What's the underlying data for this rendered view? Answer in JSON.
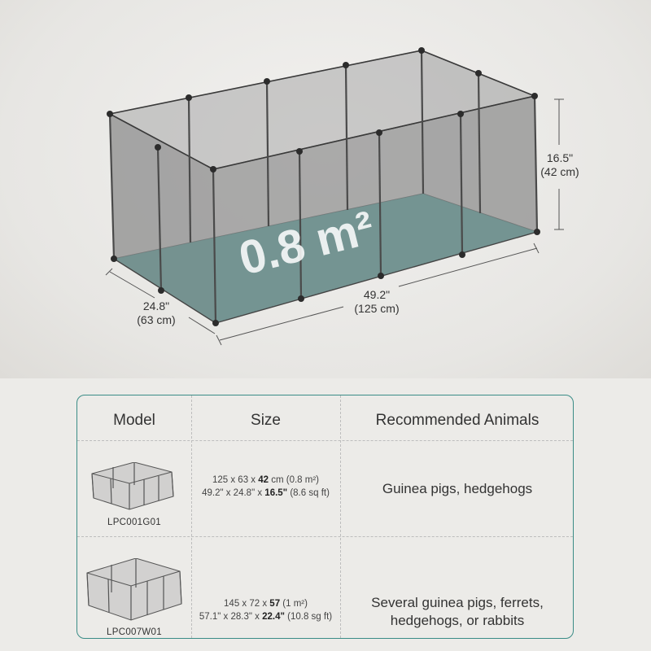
{
  "hero": {
    "area_label": "0.8 m²",
    "height_label": {
      "line1": "16.5\"",
      "line2": "(42 cm)"
    },
    "length_label": {
      "line1": "49.2\"",
      "line2": "(125 cm)"
    },
    "width_label": {
      "line1": "24.8\"",
      "line2": "(63 cm)"
    }
  },
  "table": {
    "headers": {
      "model": "Model",
      "size": "Size",
      "animals": "Recommended Animals"
    },
    "rows": [
      {
        "model": "LPC001G01",
        "size_line1": {
          "a": "125 x 63 x ",
          "b": "42",
          "c": " cm (0.8 m²)"
        },
        "size_line2": {
          "a": "49.2\" x 24.8\" x ",
          "b": "16.5\"",
          "c": " (8.6 sq ft)"
        },
        "animals_line1": "Guinea pigs, hedgehogs",
        "animals_line2": ""
      },
      {
        "model": "LPC007W01",
        "size_line1": {
          "a": "145 x 72 x ",
          "b": "57",
          "c": " (1 m²)"
        },
        "size_line2": {
          "a": "57.1\" x 28.3\" x ",
          "b": "22.4\"",
          "c": " (10.8 sg ft)"
        },
        "animals_line1": "Several guinea pigs, ferrets,",
        "animals_line2": "hedgehogs, or rabbits"
      }
    ]
  },
  "colors": {
    "accent": "#3a8c86",
    "floor": "#3f8f8b",
    "panel": "#9a9a9a"
  }
}
